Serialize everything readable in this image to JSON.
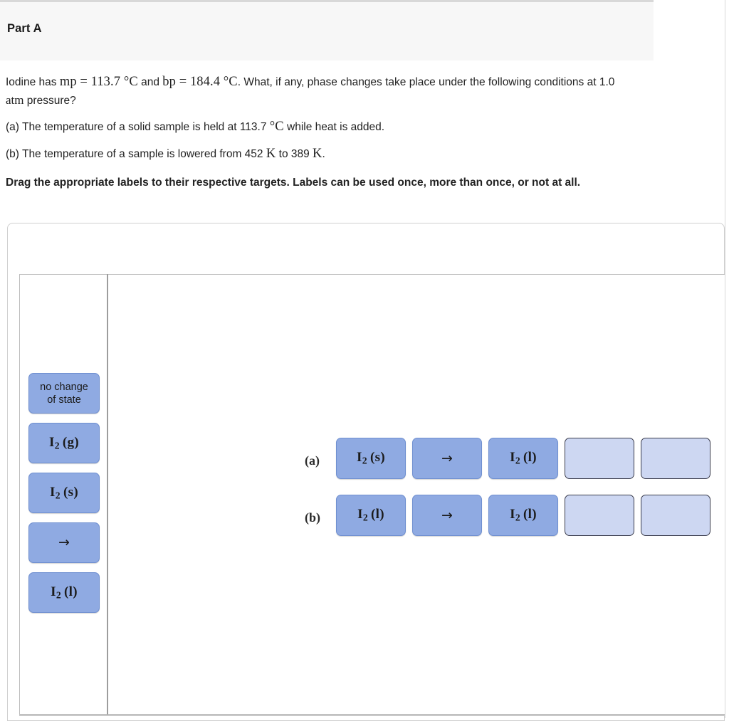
{
  "header": {
    "part_title": "Part A"
  },
  "question": {
    "stem_pre": "Iodine has ",
    "stem_math1": "mp = 113.7 °C",
    "stem_mid": " and ",
    "stem_math2": "bp = 184.4 °C",
    "stem_post": ". What, if any, phase changes take place under the following conditions at 1.0 ",
    "stem_math3": "atm",
    "stem_end": " pressure?",
    "item_a_pre": "(a) The temperature of a solid sample is held at 113.7 ",
    "item_a_math": "°C",
    "item_a_post": " while heat is added.",
    "item_b_pre": "(b) The temperature of a sample is lowered from 452 ",
    "item_b_math1": "K",
    "item_b_mid": " to 389 ",
    "item_b_math2": "K",
    "item_b_post": ".",
    "instruction": "Drag the appropriate labels to their respective targets. Labels can be used once, more than once, or not at all."
  },
  "palette": {
    "items": [
      {
        "id": "no-change-of-state",
        "kind": "text",
        "line1": "no change",
        "line2": "of state"
      },
      {
        "id": "i2-g",
        "kind": "math",
        "element": "I",
        "subscript": "2",
        "state": "(g)"
      },
      {
        "id": "i2-s",
        "kind": "math",
        "element": "I",
        "subscript": "2",
        "state": "(s)"
      },
      {
        "id": "arrow",
        "kind": "arrow",
        "glyph": "→"
      },
      {
        "id": "i2-l",
        "kind": "math",
        "element": "I",
        "subscript": "2",
        "state": "(l)"
      }
    ]
  },
  "answers": {
    "rows": [
      {
        "label": "(a)",
        "slots": [
          {
            "filled": true,
            "kind": "math",
            "element": "I",
            "subscript": "2",
            "state": "(s)"
          },
          {
            "filled": true,
            "kind": "arrow",
            "glyph": "→"
          },
          {
            "filled": true,
            "kind": "math",
            "element": "I",
            "subscript": "2",
            "state": "(l)"
          },
          {
            "filled": false
          },
          {
            "filled": false
          }
        ]
      },
      {
        "label": "(b)",
        "slots": [
          {
            "filled": true,
            "kind": "math",
            "element": "I",
            "subscript": "2",
            "state": "(l)"
          },
          {
            "filled": true,
            "kind": "arrow",
            "glyph": "→"
          },
          {
            "filled": true,
            "kind": "math",
            "element": "I",
            "subscript": "2",
            "state": "(l)"
          },
          {
            "filled": false
          },
          {
            "filled": false
          }
        ]
      }
    ]
  },
  "colors": {
    "tile_fill": "#8faae2",
    "tile_border": "#6f8fd0",
    "slot_empty_fill": "#cdd7f2",
    "slot_empty_border": "#3b3d4d",
    "header_bg": "#f7f7f7"
  }
}
